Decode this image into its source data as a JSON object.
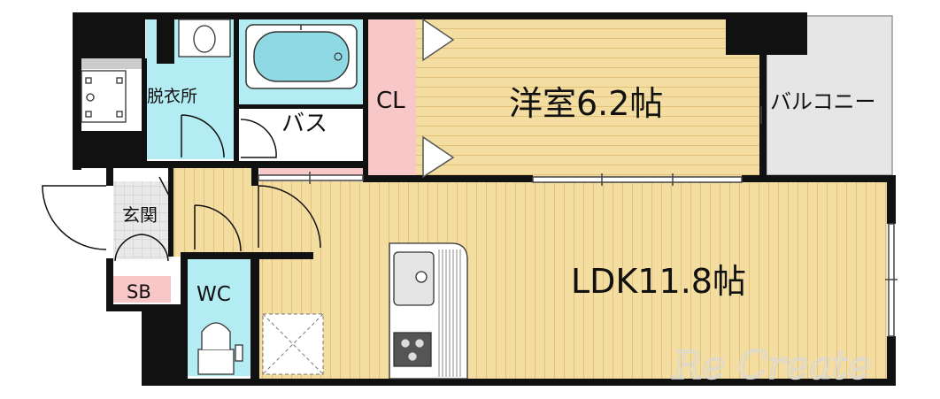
{
  "rooms": {
    "western_room": "洋室6.2帖",
    "ldk": "LDK11.8帖",
    "closet": "CL",
    "bath": "バス",
    "dressing": "脱衣所",
    "balcony": "バルコニー",
    "entrance": "玄関",
    "shoe_box": "SB",
    "toilet": "WC"
  },
  "watermark": "Re Create",
  "colors": {
    "wall": "#111111",
    "wood_floor": "#f3dda0",
    "wood_stripe": "#e4c478",
    "wet_area": "#b3ecf2",
    "closet": "#f8c7c7",
    "balcony": "#e6e6e6",
    "entrance_tile": "#e7e7e7"
  }
}
